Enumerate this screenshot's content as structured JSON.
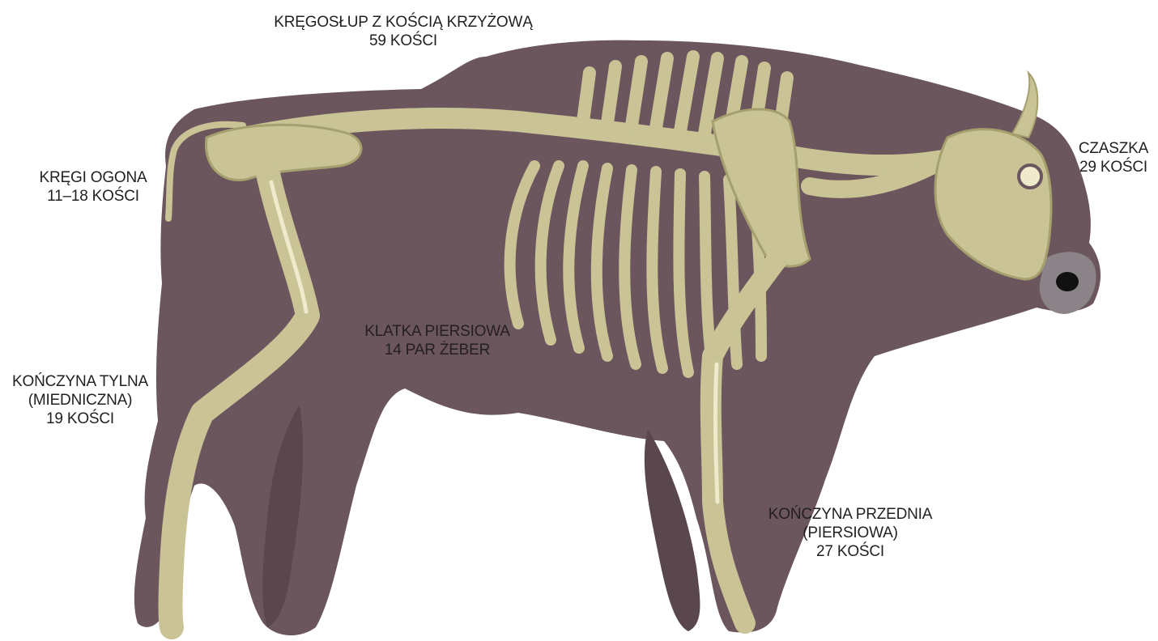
{
  "labels": {
    "spine": {
      "line1": "KRĘGOSŁUP Z KOŚCIĄ KRZYŻOWĄ",
      "line2": "59 KOŚCI"
    },
    "tail": {
      "line1": "KRĘGI OGONA",
      "line2": "11–18 KOŚCI"
    },
    "skull": {
      "line1": "CZASZKA",
      "line2": "29 KOŚCI"
    },
    "ribcage": {
      "line1": "KLATKA PIERSIOWA",
      "line2": "14 PAR ŻEBER"
    },
    "hindlimb": {
      "line1": "KOŃCZYNA TYLNA",
      "line2": "(MIEDNICZNA)",
      "line3": "19 KOŚCI"
    },
    "forelimb": {
      "line1": "KOŃCZYNA PRZEDNIA",
      "line2": "(PIERSIOWA)",
      "line3": "27 KOŚCI"
    }
  },
  "colors": {
    "body": "#6b565d",
    "body_dark": "#5a474e",
    "bone": "#c9c396",
    "bone_shade": "#a5a06e",
    "bone_highlight": "#eeeacb",
    "nose": "#8a8488",
    "text": "#231f20"
  }
}
